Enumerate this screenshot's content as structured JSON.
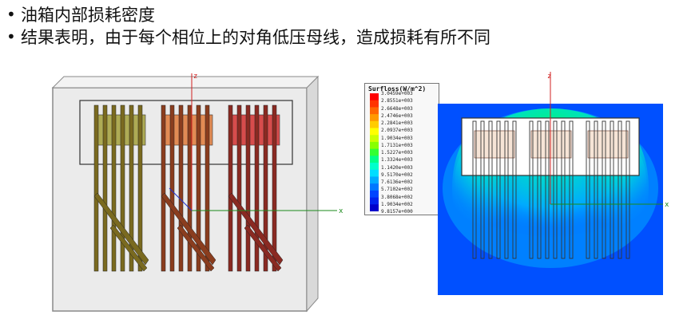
{
  "bullets": [
    "油箱内部损耗密度",
    "结果表明，由于每个相位上的对角低压母线，造成损耗有所不同"
  ],
  "left_view": {
    "axis_z": "z",
    "axis_x": "x"
  },
  "right_view": {
    "axis_z": "z",
    "axis_x": "x"
  },
  "legend": {
    "title": "Surfloss(W/m^2)",
    "labels": [
      "3.0459e+003",
      "2.8551e+003",
      "2.6648e+003",
      "2.4746e+003",
      "2.2841e+003",
      "2.0937e+003",
      "1.9034e+003",
      "1.7131e+003",
      "1.5227e+003",
      "1.3324e+003",
      "1.1420e+003",
      "9.5170e+002",
      "7.6136e+002",
      "5.7102e+002",
      "3.8068e+002",
      "1.9034e+002",
      "9.8157e+000"
    ],
    "colors": [
      "#ff0000",
      "#ff3300",
      "#ff6600",
      "#ff9900",
      "#ffcc00",
      "#ffff00",
      "#ccff00",
      "#88ff00",
      "#33ff33",
      "#00ff88",
      "#00ffcc",
      "#00ddff",
      "#00aaff",
      "#0077ff",
      "#0044ff",
      "#0022ee",
      "#0000cc"
    ]
  },
  "phase_colors": [
    "#a3a03a",
    "#e07a3a",
    "#d43030"
  ],
  "bar_colors": [
    "#7a6a1f",
    "#8a3d1e",
    "#8a2a22"
  ]
}
